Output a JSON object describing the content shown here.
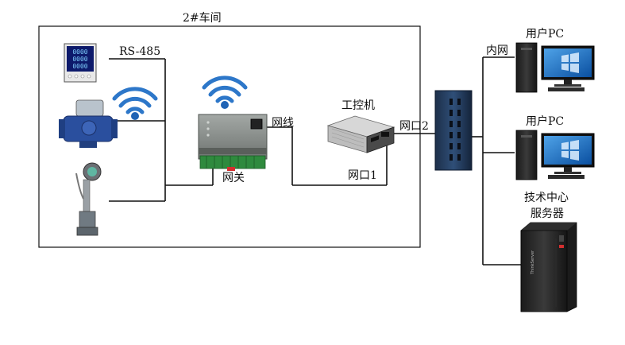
{
  "labels": {
    "workshop": "2#车间",
    "rs485": "RS-485",
    "gateway": "网关",
    "network_cable": "网线",
    "ipc": "工控机",
    "port1": "网口1",
    "port2": "网口2",
    "intranet": "内网",
    "user_pc_1": "用户PC",
    "user_pc_2": "用户PC",
    "server_line1": "技术中心",
    "server_line2": "服务器"
  },
  "meter_digits": [
    "0000",
    "0000",
    "0000"
  ],
  "server_brand": "ThinkServer",
  "icons": {
    "power_meter": "power-meter-icon",
    "water_meter": "water-meter-icon",
    "flow_meter": "flow-meter-icon",
    "wifi": "wifi-icon",
    "gateway": "gateway-device-icon",
    "ipc": "industrial-pc-icon",
    "switch": "network-switch-icon",
    "desktop_pc": "desktop-pc-icon",
    "server": "tower-server-icon"
  },
  "colors": {
    "wifi_blue": "#2d77c9",
    "screen_blue": "#1565c0",
    "meter_body": "#2a4f9e",
    "gateway_grey": "#8a8f8c",
    "server_red": "#d32f2f"
  }
}
